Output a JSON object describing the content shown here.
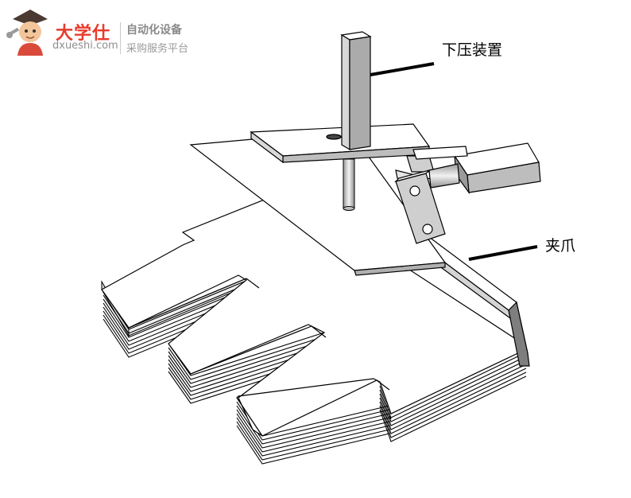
{
  "watermark": {
    "brand_name": "大学仕",
    "brand_url": "dxueshi.com",
    "tagline_1": "自动化设备",
    "tagline_2": "采购服务平台",
    "mascot_icon": "mascot-icon",
    "brand_color": "#e83a2c"
  },
  "callouts": {
    "press_device": "下压装置",
    "gripper": "夹爪"
  },
  "colors": {
    "background": "#ffffff",
    "part_face": "#ffffff",
    "part_shade": "#c8c8c8",
    "part_dark": "#8a8a8a",
    "outline": "#000000",
    "leader": "#000000"
  }
}
